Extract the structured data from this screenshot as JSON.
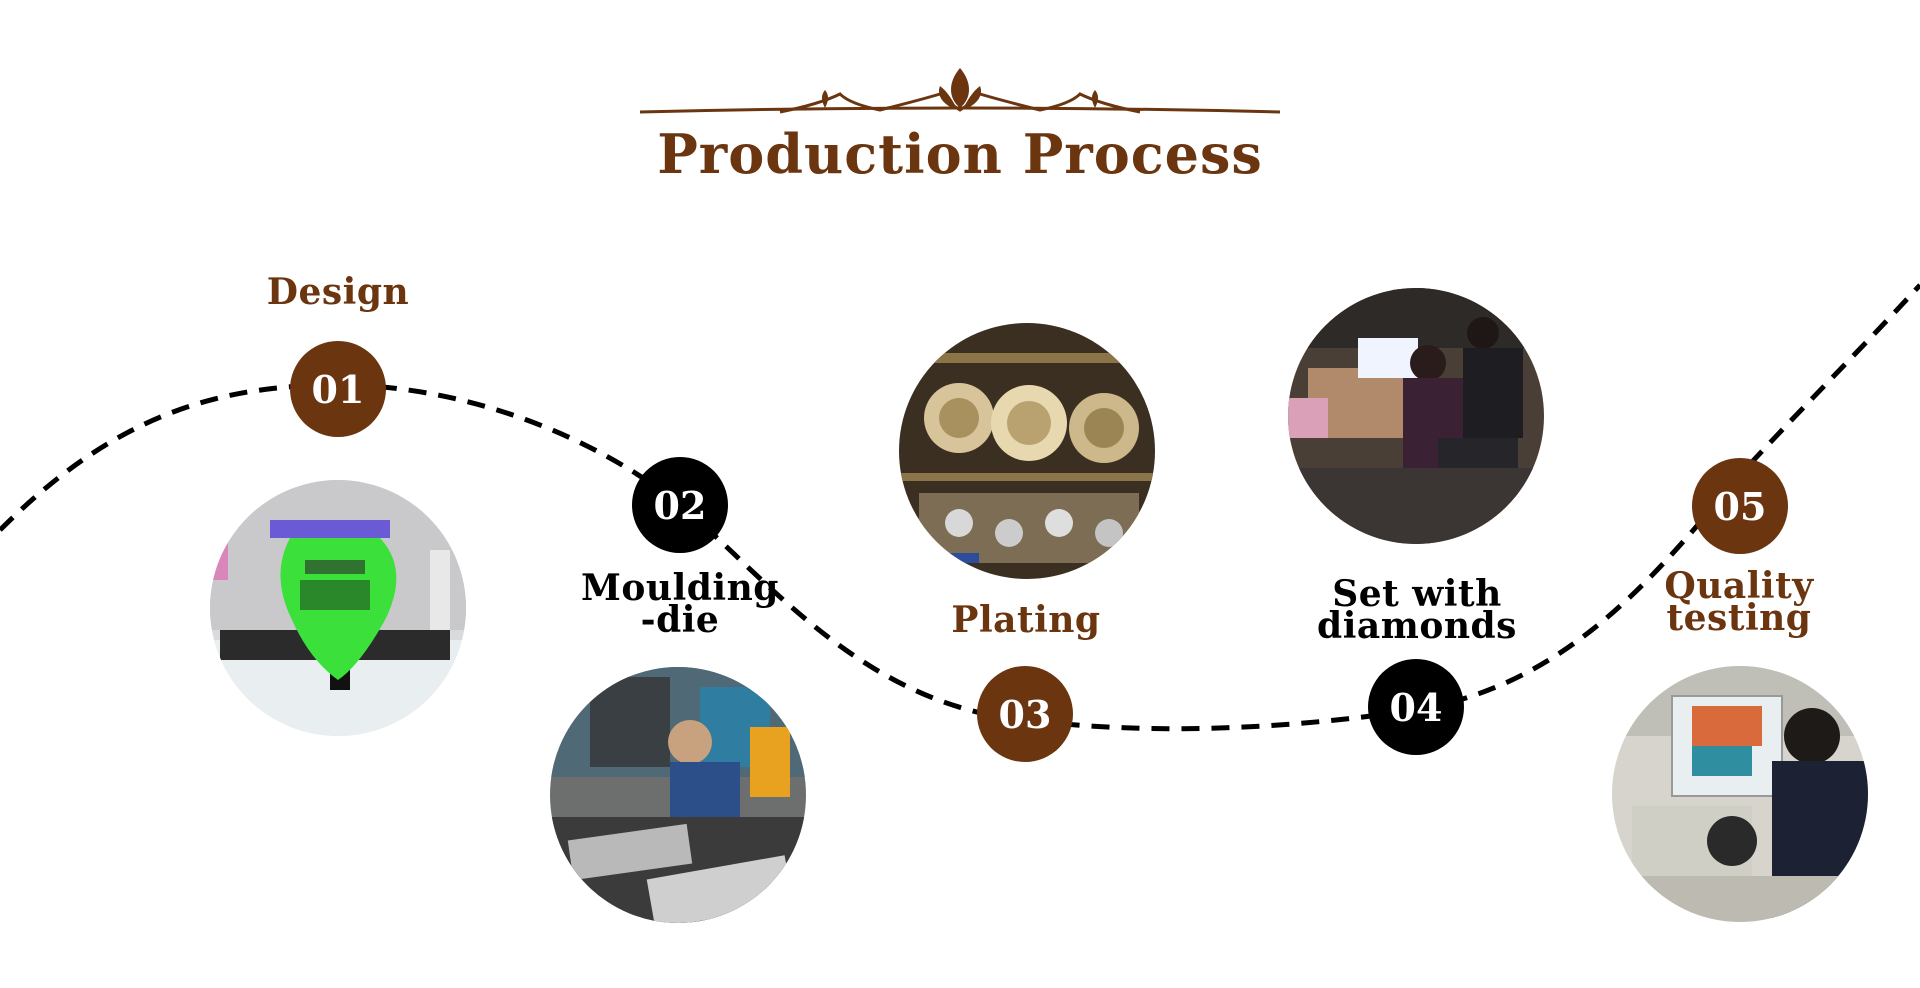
{
  "title": "Production Process",
  "steps": [
    {
      "number": "01",
      "label_line1": "Design",
      "label_line2": ""
    },
    {
      "number": "02",
      "label_line1": "Moulding",
      "label_line2": "-die"
    },
    {
      "number": "03",
      "label_line1": "Plating",
      "label_line2": ""
    },
    {
      "number": "04",
      "label_line1": "Set with",
      "label_line2": "diamonds"
    },
    {
      "number": "05",
      "label_line1": "Quality",
      "label_line2": "testing"
    }
  ],
  "colors": {
    "brown": "#6b3510",
    "black": "#000000",
    "dash": "#000000",
    "background": "#ffffff"
  }
}
